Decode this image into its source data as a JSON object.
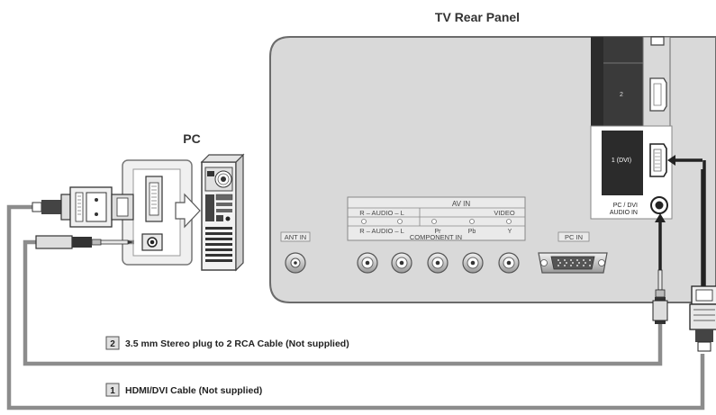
{
  "tv": {
    "title": "TV Rear Panel",
    "av_in_label": "AV IN",
    "audio_label_top": "R – AUDIO – L",
    "audio_label_bottom": "R – AUDIO – L",
    "video_label": "VIDEO",
    "component_in_label": "COMPONENT IN",
    "ant_in_label": "ANT IN",
    "pc_in_label": "PC IN",
    "hdmi_2_label": "2",
    "hdmi_1_label": "1 (DVI)",
    "pc_dvi_audio_line1": "PC / DVI",
    "pc_dvi_audio_line2": "AUDIO IN",
    "jack_r": "R",
    "jack_l": "L",
    "jack_pr": "Pr",
    "jack_pb": "Pb",
    "jack_y": "Y"
  },
  "pc": {
    "title": "PC"
  },
  "cables": [
    {
      "number": "2",
      "label": "3.5 mm Stereo plug to 2 RCA Cable (Not supplied)"
    },
    {
      "number": "1",
      "label": "HDMI/DVI Cable (Not supplied)"
    }
  ],
  "colors": {
    "panel_fill": "#d9d9d9",
    "panel_stroke": "#6b6b6b",
    "cable": "#8c8c8c",
    "dark_strip": "#2b2b2b"
  }
}
